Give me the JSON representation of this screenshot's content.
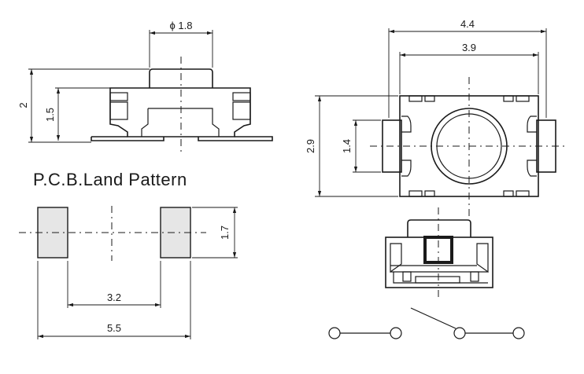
{
  "title": "P.C.B.Land Pattern",
  "side_view": {
    "dim_diameter": "ϕ 1.8",
    "dim_height_total": "2",
    "dim_height_body": "1.5"
  },
  "land_pattern": {
    "dim_pad_height": "1.7",
    "dim_inner_span": "3.2",
    "dim_outer_span": "5.5"
  },
  "top_view": {
    "dim_width_total": "4.4",
    "dim_width_body": "3.9",
    "dim_height_body": "2.9",
    "dim_height_terminal": "1.4"
  }
}
